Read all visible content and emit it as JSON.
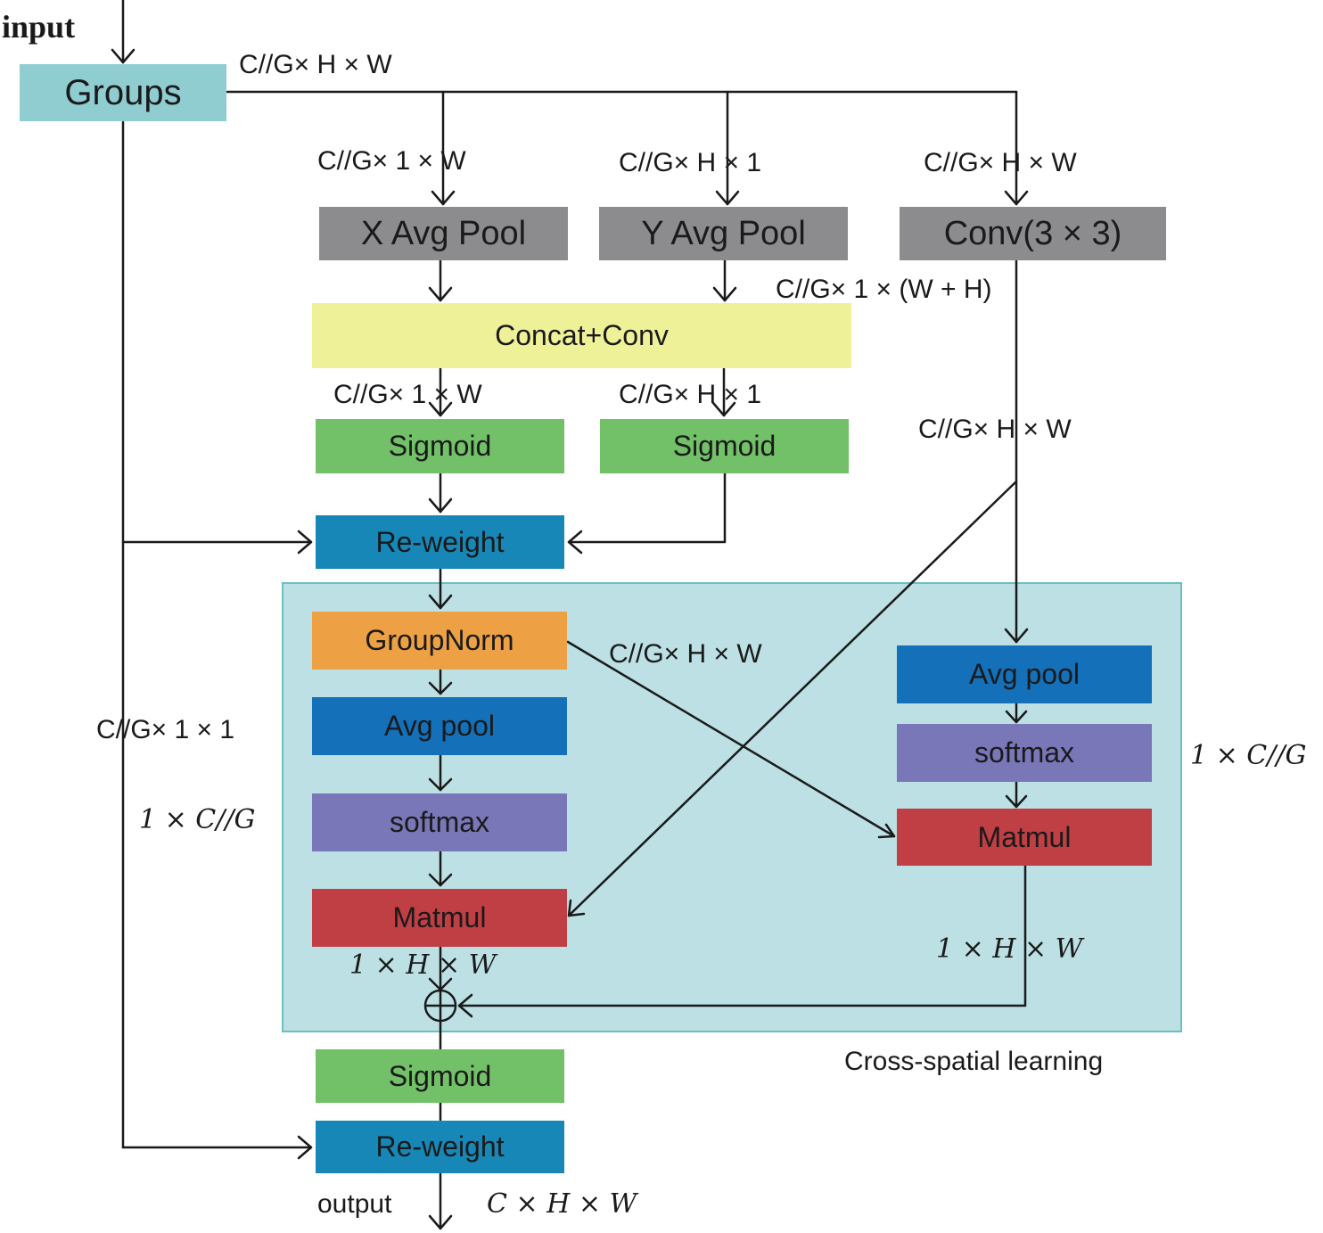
{
  "colors": {
    "groups": "#8fcdd0",
    "gray": "#8c8c8e",
    "yellow": "#eff199",
    "green": "#72c168",
    "teal": "#1787b7",
    "orange": "#eda044",
    "blue": "#1370b9",
    "purple": "#7a77b9",
    "red": "#bf3f44",
    "panel": "#bce0e3"
  },
  "blocks": {
    "groups": "Groups",
    "x_avg_pool": "X Avg Pool",
    "y_avg_pool": "Y Avg Pool",
    "conv": "Conv(3 × 3)",
    "concat_conv": "Concat+Conv",
    "sigmoid_x": "Sigmoid",
    "sigmoid_y": "Sigmoid",
    "reweight_top": "Re-weight",
    "groupnorm": "GroupNorm",
    "avgpool_left": "Avg pool",
    "softmax_left": "softmax",
    "matmul_left": "Matmul",
    "avgpool_right": "Avg pool",
    "softmax_right": "softmax",
    "matmul_right": "Matmul",
    "sigmoid_bottom": "Sigmoid",
    "reweight_bottom": "Re-weight",
    "add_symbol": "⊕"
  },
  "labels": {
    "input": "input",
    "output": "output",
    "panel_caption": "Cross-spatial learning",
    "groups_out": "C//G× H × W",
    "x_pool_in": "C//G× 1 × W",
    "y_pool_in": "C//G× H × 1",
    "conv_in": "C//G× H × W",
    "concat_in": "C//G× 1 × (W + H)",
    "x_sig_in": "C//G× 1 × W",
    "y_sig_in": "C//G× H × 1",
    "conv_out": "C//G× H × W",
    "gn_out": "C//G× H × W",
    "left_pool_out": "C//G× 1 × 1",
    "left_softmax_out": "1 × C//G",
    "right_softmax_out": "1 × C//G",
    "left_matmul_out": "1 × H × W",
    "right_matmul_out": "1 × H × W",
    "final_out": "C × H × W"
  }
}
